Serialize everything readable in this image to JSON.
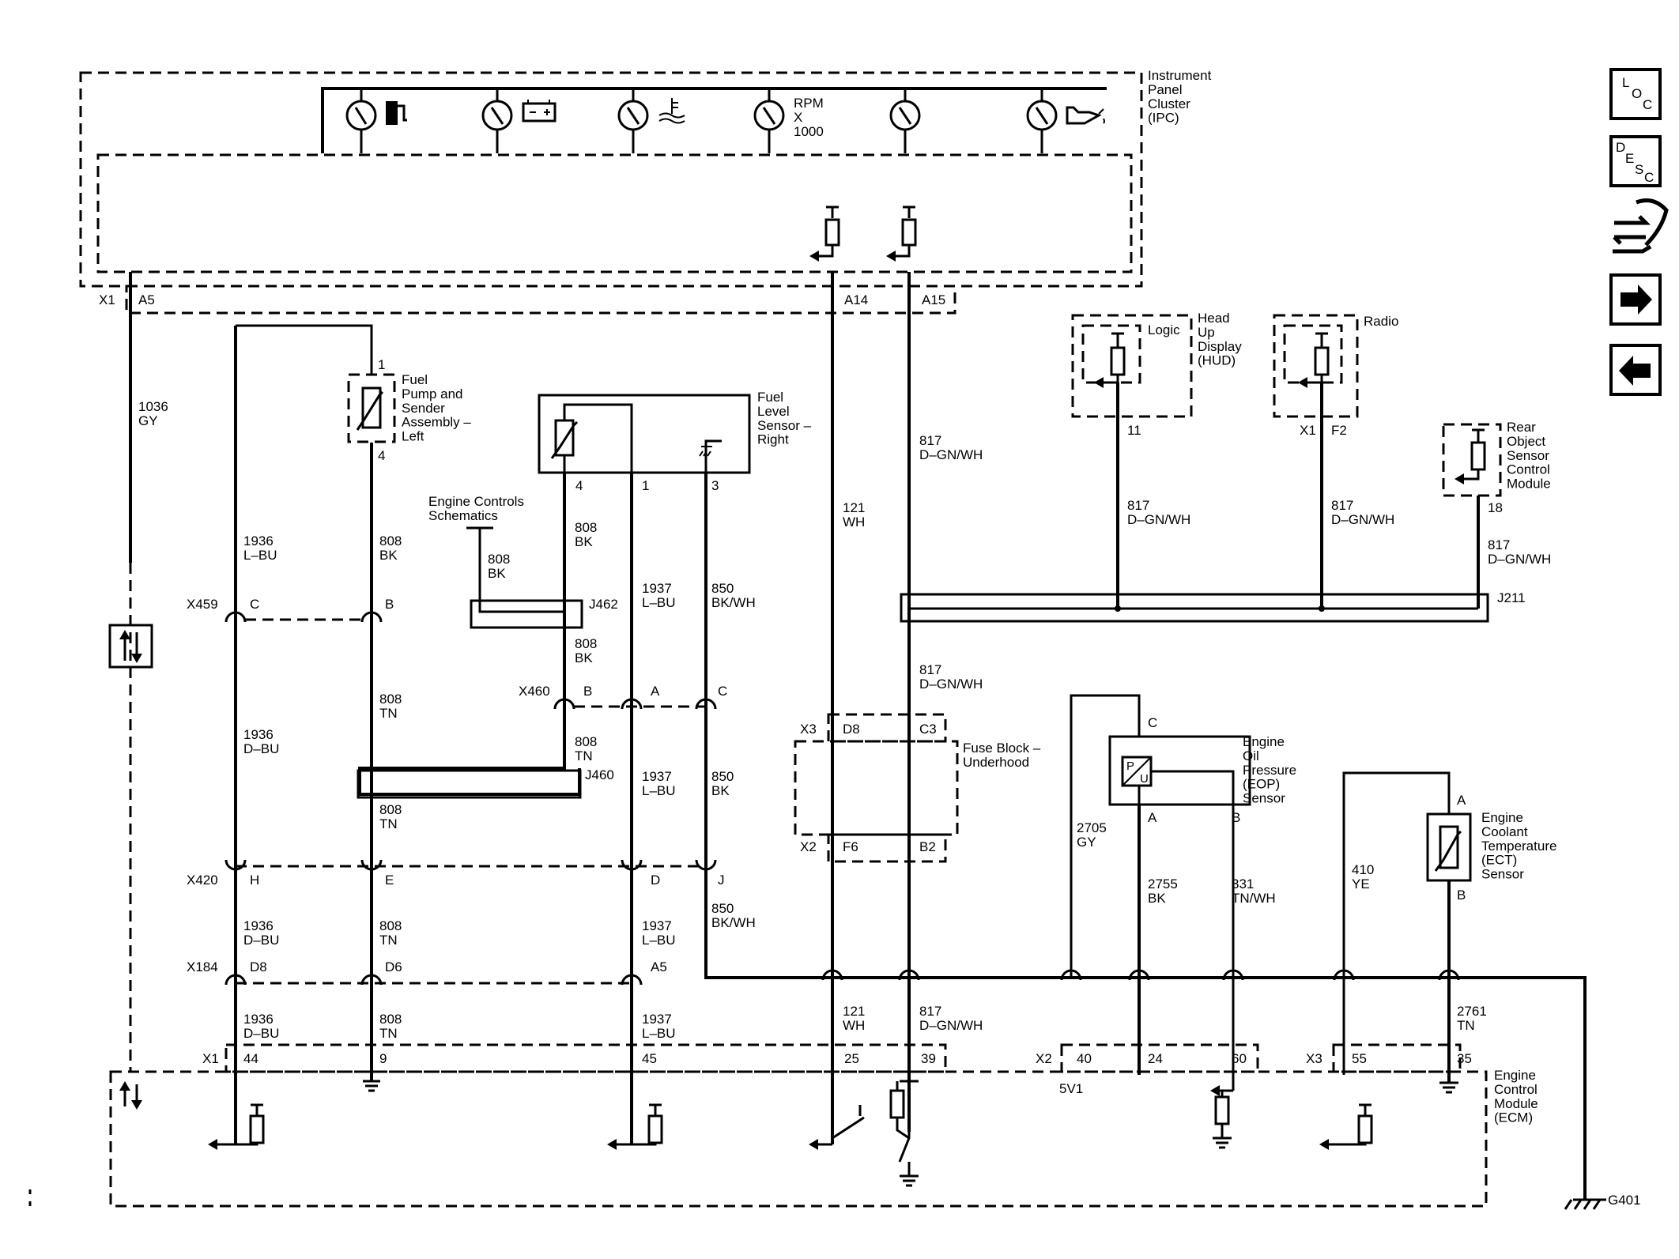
{
  "components": {
    "ipc": "Instrument\nPanel\nCluster\n(IPC)",
    "rpm_gauge": "RPM\nX\n1000",
    "fuel_pump_left": "Fuel\nPump and\nSender\nAssembly –\nLeft",
    "fuel_level_right": "Fuel\nLevel\nSensor –\nRight",
    "engine_controls": "Engine Controls\nSchematics",
    "hud_logic": "Logic",
    "hud": "Head\nUp\nDisplay\n(HUD)",
    "radio": "Radio",
    "rear_object": "Rear\nObject\nSensor\nControl\nModule",
    "fuse_block": "Fuse Block –\nUnderhood",
    "eop_sensor": "Engine\nOil\nPressure\n(EOP)\nSensor",
    "ect_sensor": "Engine\nCoolant\nTemperature\n(ECT)\nSensor",
    "ecm": "Engine\nControl\nModule\n(ECM)",
    "ground": "G401",
    "fivev": "5V1"
  },
  "connectors": {
    "x1": "X1",
    "x2": "X2",
    "x3": "X3",
    "x459": "X459",
    "x460": "X460",
    "x420": "X420",
    "x184": "X184",
    "j462": "J462",
    "j460": "J460",
    "j211": "J211"
  },
  "pins": {
    "a5": "A5",
    "a14": "A14",
    "a15": "A15",
    "fp1": "1",
    "fp4": "4",
    "fl4": "4",
    "fl1": "1",
    "fl3": "3",
    "x459c": "C",
    "x459b": "B",
    "x460b": "B",
    "x460a": "A",
    "x460c": "C",
    "x420h": "H",
    "x420e": "E",
    "x420d": "D",
    "x420j": "J",
    "x184d8": "D8",
    "x184d6": "D6",
    "x184a5": "A5",
    "ecm44": "44",
    "ecm9": "9",
    "ecm45": "45",
    "ecm25": "25",
    "ecm39": "39",
    "ecm40": "40",
    "ecm24": "24",
    "ecm60": "60",
    "ecm55": "55",
    "ecm35": "35",
    "hud11": "11",
    "radio_x1": "X1",
    "radio_f2": "F2",
    "rear18": "18",
    "fb_x3": "X3",
    "fb_d8": "D8",
    "fb_c3": "C3",
    "fb_x2": "X2",
    "fb_f6": "F6",
    "fb_b2": "B2",
    "eop_c": "C",
    "eop_a": "A",
    "eop_b": "B",
    "eop_p": "P",
    "eop_u": "U",
    "ect_a": "A",
    "ect_b": "B"
  },
  "wires": {
    "w1036": "1036\nGY",
    "w1936_lbu": "1936\nL–BU",
    "w808_bk_a": "808\nBK",
    "w808_bk_b": "808\nBK",
    "w808_bk_c": "808\nBK",
    "w808_bk_d": "808\nBK",
    "w1937_lbu_a": "1937\nL–BU",
    "w850_bkwh_a": "850\nBK/WH",
    "w121_wh_a": "121\nWH",
    "w817_a": "817\nD–GN/WH",
    "w817_b": "817\nD–GN/WH",
    "w817_c": "817\nD–GN/WH",
    "w817_d": "817\nD–GN/WH",
    "w817_e": "817\nD–GN/WH",
    "w1936_dbu_a": "1936\nD–BU",
    "w808_tn_a": "808\nTN",
    "w808_tn_b": "808\nTN",
    "w808_tn_c": "808\nTN",
    "w1937_lbu_b": "1937\nL–BU",
    "w850_bk": "850\nBK",
    "w2705": "2705\nGY",
    "w2755": "2755\nBK",
    "w331": "331\nTN/WH",
    "w410": "410\nYE",
    "w1936_dbu_b": "1936\nD–BU",
    "w808_tn_d": "808\nTN",
    "w1937_lbu_c": "1937\nL–BU",
    "w850_bkwh_b": "850\nBK/WH",
    "w1936_dbu_c": "1936\nD–BU",
    "w808_tn_e": "808\nTN",
    "w1937_lbu_d": "1937\nL–BU",
    "w121_wh_b": "121\nWH",
    "w817_f": "817\nD–GN/WH",
    "w2761": "2761\nTN"
  },
  "nav_buttons": {
    "loc": [
      "L",
      "O",
      "C"
    ],
    "desc": [
      "D",
      "E",
      "S",
      "C"
    ]
  },
  "icons": [
    "fuel-gauge-icon",
    "battery-gauge-icon",
    "coolant-gauge-icon",
    "tachometer-icon",
    "blank-gauge-icon",
    "oil-pressure-gauge-icon",
    "data-link-icon",
    "repair-tool-icon",
    "next-arrow-icon",
    "previous-arrow-icon"
  ]
}
